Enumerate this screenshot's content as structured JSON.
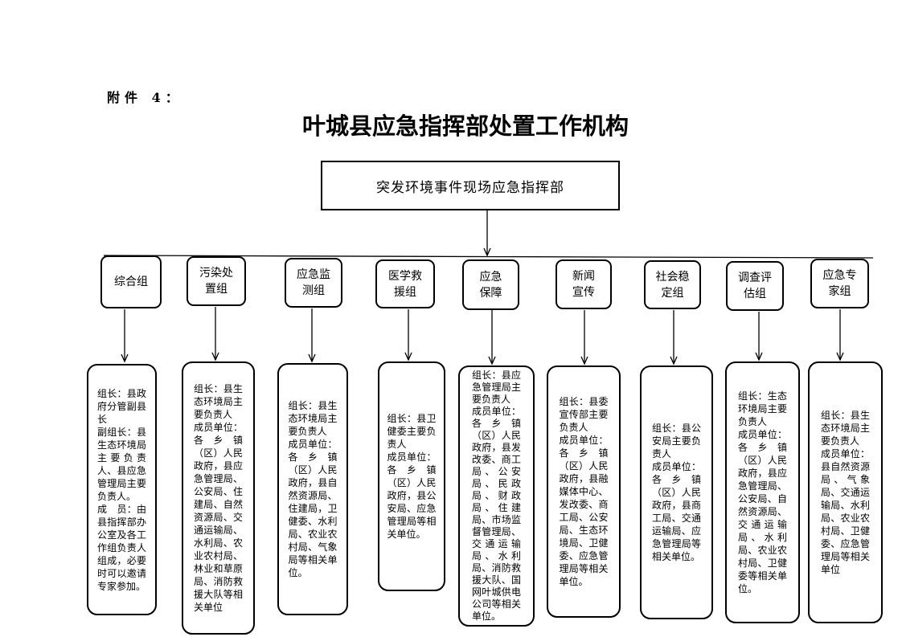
{
  "annex_label": "附件 4：",
  "title": "叶城县应急指挥部处置工作机构",
  "headquarters": "突发环境事件现场应急指挥部",
  "groups": [
    {
      "name": "综合组",
      "leader": "组长：县政府分管副县长",
      "deputy": "副组长：县生态环境局主要负责人、县应急管理局主要负责人。",
      "members": "成　员：由县指挥部办公室及各工作组负责人组成，必要时可以邀请专家参加。"
    },
    {
      "name": "污染处置组",
      "leader": "组长：县生态环境局主要负责人",
      "members": "成员单位：各乡镇（区）人民政府，县应急管理局、公安局、住建局、自然资源局、交通运输局、水利局、农业农村局、林业和草原局、消防救援大队等相关单位"
    },
    {
      "name": "应急监测组",
      "leader": "组长：县生态环境局主要负责人",
      "members": "成员单位：各乡镇（区）人民政府，县自然资源局、住建局，卫健委、水利局、农业农村局、气象局等相关单位。"
    },
    {
      "name": "医学救援组",
      "leader": "组长：县卫健委主要负责人",
      "members": "成员单位：各乡镇（区）人民政府，县公安局、应急管理局等相关单位。"
    },
    {
      "name": "应急保障",
      "leader": "组长：县应急管理局主要负责人",
      "members": "成员单位：各乡镇（区）人民政府，县发改委、商工局、公安局、民政局、财政局、住建局、市场监督管理局、交通运输局、水利局、消防救援大队、国网叶城供电公司等相关单位。"
    },
    {
      "name": "新闻宣传",
      "leader": "组长：县委宣传部主要负责人",
      "members": "成员单位：各乡镇（区）人民政府，县融媒体中心、发改委、商工局、公安局、生态环境局、卫健委、应急管理局等相关单位。"
    },
    {
      "name": "社会稳定组",
      "leader": "组长：县公安局主要负责人",
      "members": "成员单位：各乡镇（区）人民政府，县商工局、交通运输局、应急管理局等相关单位。"
    },
    {
      "name": "调查评估组",
      "leader": "组长：生态环境局主要负责人",
      "members": "成员单位：各乡镇（区）人民政府，县应急管理局、公安局、自然资源局、交通运输局、水利局、农业农村局、卫健委等相关单位。"
    },
    {
      "name": "应急专家组",
      "leader": "组长：县生态环境局主要负责人",
      "members": "成员单位：县自然资源局、气象局、交通运输局、水利局、农业农村局、卫健委、应急管理局等相关单位"
    }
  ]
}
